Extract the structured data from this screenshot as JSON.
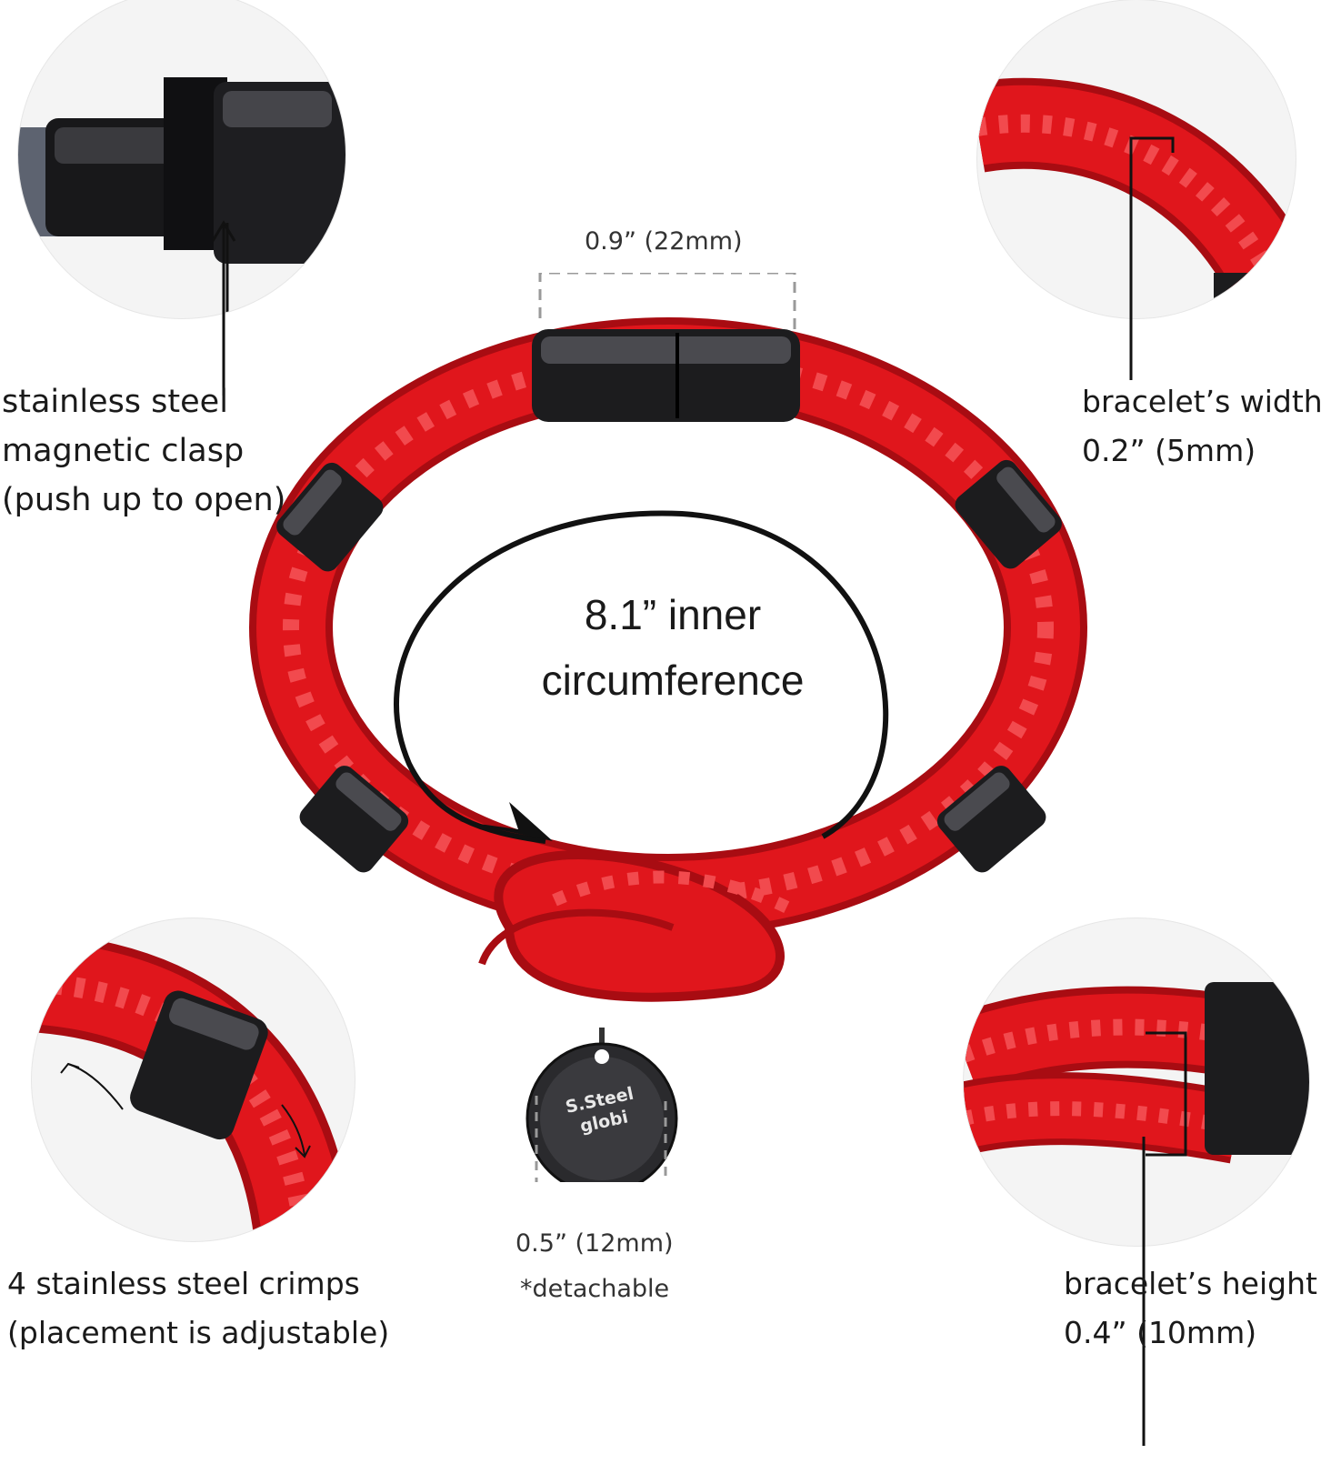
{
  "colors": {
    "cord": "#e0161c",
    "cord_dark": "#a80c12",
    "cord_light": "#f24a4e",
    "metal": "#1c1c1e",
    "background": "#ffffff"
  },
  "callouts": {
    "clasp": {
      "line1": "stainless steel",
      "line2": "magnetic clasp",
      "line3": "(push up to open)"
    },
    "width": {
      "line1": "bracelet’s width",
      "line2": "0.2” (5mm)"
    },
    "crimps": {
      "line1": "4 stainless steel crimps",
      "line2": "(placement is adjustable)"
    },
    "height": {
      "line1": "bracelet’s height",
      "line2": "0.4” (10mm)"
    }
  },
  "dimensions": {
    "clasp_length": "0.9” (22mm)",
    "charm_diameter": "0.5” (12mm)",
    "charm_note": "*detachable",
    "circumference_line1": "8.1” inner",
    "circumference_line2": "circumference"
  },
  "charm": {
    "line1": "S.Steel",
    "line2": "globi"
  }
}
